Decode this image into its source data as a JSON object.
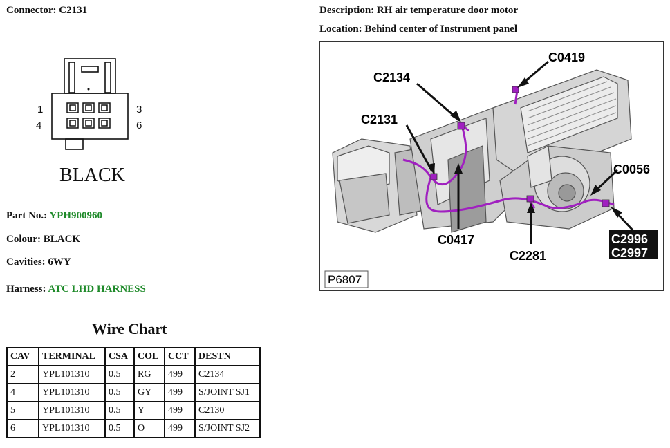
{
  "header": {
    "connector_label": "Connector:",
    "connector_value": "C2131",
    "description_label": "Description:",
    "description_value": "RH air temperature door motor",
    "location_label": "Location:",
    "location_value": "Behind center of Instrument panel"
  },
  "connector": {
    "pin_left_top": "1",
    "pin_left_bottom": "4",
    "pin_right_top": "3",
    "pin_right_bottom": "6",
    "color_caption": "BLACK"
  },
  "info": {
    "part_label": "Part No.:",
    "part_value": "YPH900960",
    "colour_label": "Colour:",
    "colour_value": "BLACK",
    "cavities_label": "Cavities:",
    "cavities_value": "6WY",
    "harness_label": "Harness:",
    "harness_value": "ATC LHD HARNESS"
  },
  "photo": {
    "callouts": {
      "c0419": "C0419",
      "c2134": "C2134",
      "c2131": "C2131",
      "c0056": "C0056",
      "c0417": "C0417",
      "c2281": "C2281",
      "c2996": "C2996",
      "c2997": "C2997"
    },
    "plate_number": "P6807"
  },
  "wire_chart": {
    "title": "Wire Chart",
    "headers": [
      "CAV",
      "TERMINAL",
      "CSA",
      "COL",
      "CCT",
      "DESTN"
    ],
    "rows": [
      [
        "2",
        "YPL101310",
        "0.5",
        "RG",
        "499",
        "C2134"
      ],
      [
        "4",
        "YPL101310",
        "0.5",
        "GY",
        "499",
        "S/JOINT SJ1"
      ],
      [
        "5",
        "YPL101310",
        "0.5",
        "Y",
        "499",
        "C2130"
      ],
      [
        "6",
        "YPL101310",
        "0.5",
        "O",
        "499",
        "S/JOINT SJ2"
      ]
    ]
  },
  "colors": {
    "link_green": "#1f8a2a",
    "harness_wire": "#a020c0"
  }
}
